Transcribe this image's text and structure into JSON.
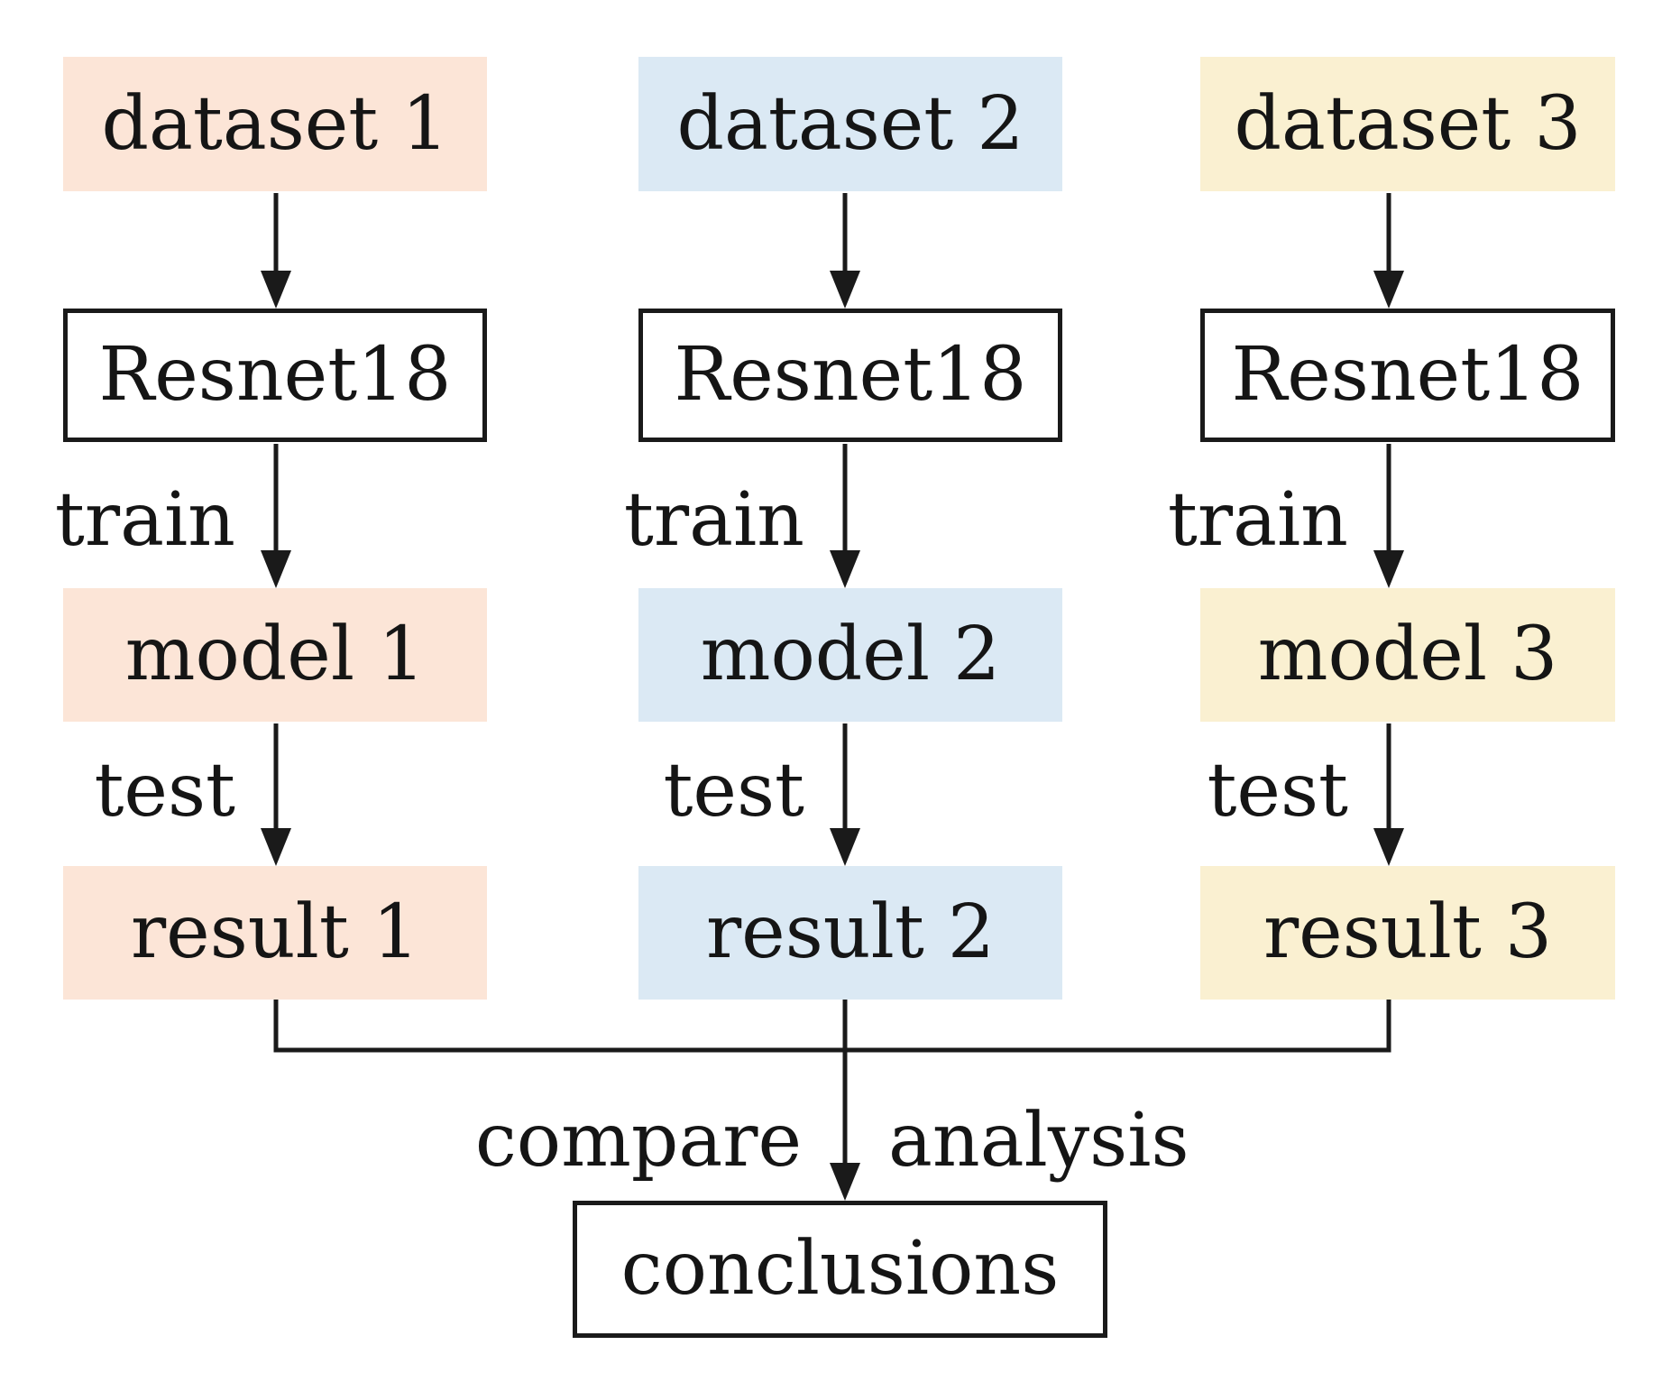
{
  "columns": [
    {
      "dataset": "dataset 1",
      "backbone": "Resnet18",
      "train_label": "train",
      "model": "model 1",
      "test_label": "test",
      "result": "result 1",
      "color": "#fce5d7"
    },
    {
      "dataset": "dataset 2",
      "backbone": "Resnet18",
      "train_label": "train",
      "model": "model 2",
      "test_label": "test",
      "result": "result 2",
      "color": "#dbe9f4"
    },
    {
      "dataset": "dataset 3",
      "backbone": "Resnet18",
      "train_label": "train",
      "model": "model 3",
      "test_label": "test",
      "result": "result 3",
      "color": "#faf0d1"
    }
  ],
  "merge": {
    "compare_label": "compare",
    "analysis_label": "analysis",
    "conclusions": "conclusions"
  },
  "colors": {
    "line": "#1a1a1a",
    "text": "#151515",
    "box_border": "#1a1a1a",
    "background": "#ffffff"
  }
}
